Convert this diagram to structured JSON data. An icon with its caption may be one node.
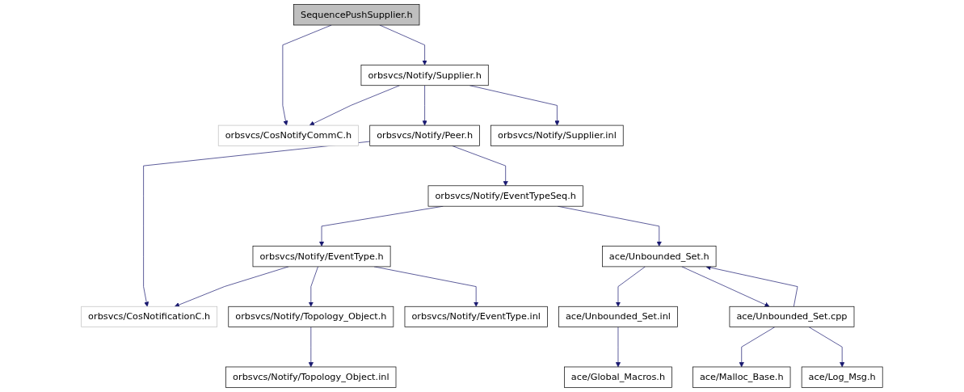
{
  "diagram": {
    "nodes": [
      {
        "text": [
          "SequencePushSupplier.h"
        ]
      },
      {
        "text": [
          "orbsvcs/Notify/Supplier.h"
        ]
      },
      {
        "text": [
          "orbsvcs/CosNotifyCommC.h"
        ]
      },
      {
        "text": [
          "orbsvcs/Notify/Peer.h"
        ]
      },
      {
        "text": [
          "orbsvcs/Notify/Supplier.inl"
        ]
      },
      {
        "text": [
          "orbsvcs/Notify/EventTypeSeq.h"
        ]
      },
      {
        "text": [
          "orbsvcs/Notify/EventType.h"
        ]
      },
      {
        "text": [
          "ace/Unbounded_Set.h"
        ]
      },
      {
        "text": [
          "orbsvcs/CosNotificationC.h"
        ]
      },
      {
        "text": [
          "orbsvcs/Notify/Topology_Object.h"
        ]
      },
      {
        "text": [
          "orbsvcs/Notify/EventType.inl"
        ]
      },
      {
        "text": [
          "ace/Unbounded_Set.inl"
        ]
      },
      {
        "text": [
          "ace/Unbounded_Set.cpp"
        ]
      },
      {
        "text": [
          "orbsvcs/Notify/Topology_Object.inl"
        ]
      },
      {
        "text": [
          "ace/Global_Macros.h"
        ]
      },
      {
        "text": [
          "ace/Malloc_Base.h"
        ]
      },
      {
        "text": [
          "ace/Log_Msg.h"
        ]
      }
    ],
    "edges": [
      {
        "from": 0,
        "to": 2,
        "arrow": "to"
      },
      {
        "from": 0,
        "to": 1,
        "arrow": "to"
      },
      {
        "from": 1,
        "to": 2,
        "arrow": "to"
      },
      {
        "from": 1,
        "to": 3,
        "arrow": "to"
      },
      {
        "from": 1,
        "to": 4,
        "arrow": "to"
      },
      {
        "from": 3,
        "to": 8,
        "arrow": "to"
      },
      {
        "from": 3,
        "to": 5,
        "arrow": "to"
      },
      {
        "from": 5,
        "to": 6,
        "arrow": "to"
      },
      {
        "from": 5,
        "to": 7,
        "arrow": "to"
      },
      {
        "from": 6,
        "to": 8,
        "arrow": "to"
      },
      {
        "from": 6,
        "to": 9,
        "arrow": "to"
      },
      {
        "from": 6,
        "to": 10,
        "arrow": "to"
      },
      {
        "from": 7,
        "to": 11,
        "arrow": "to"
      },
      {
        "from": 7,
        "to": 12,
        "arrow": "to"
      },
      {
        "from": 12,
        "to": 7,
        "arrow": "to"
      },
      {
        "from": 9,
        "to": 13,
        "arrow": "to"
      },
      {
        "from": 11,
        "to": 14,
        "arrow": "to"
      },
      {
        "from": 12,
        "to": 15,
        "arrow": "to"
      },
      {
        "from": 12,
        "to": 16,
        "arrow": "to"
      }
    ]
  }
}
